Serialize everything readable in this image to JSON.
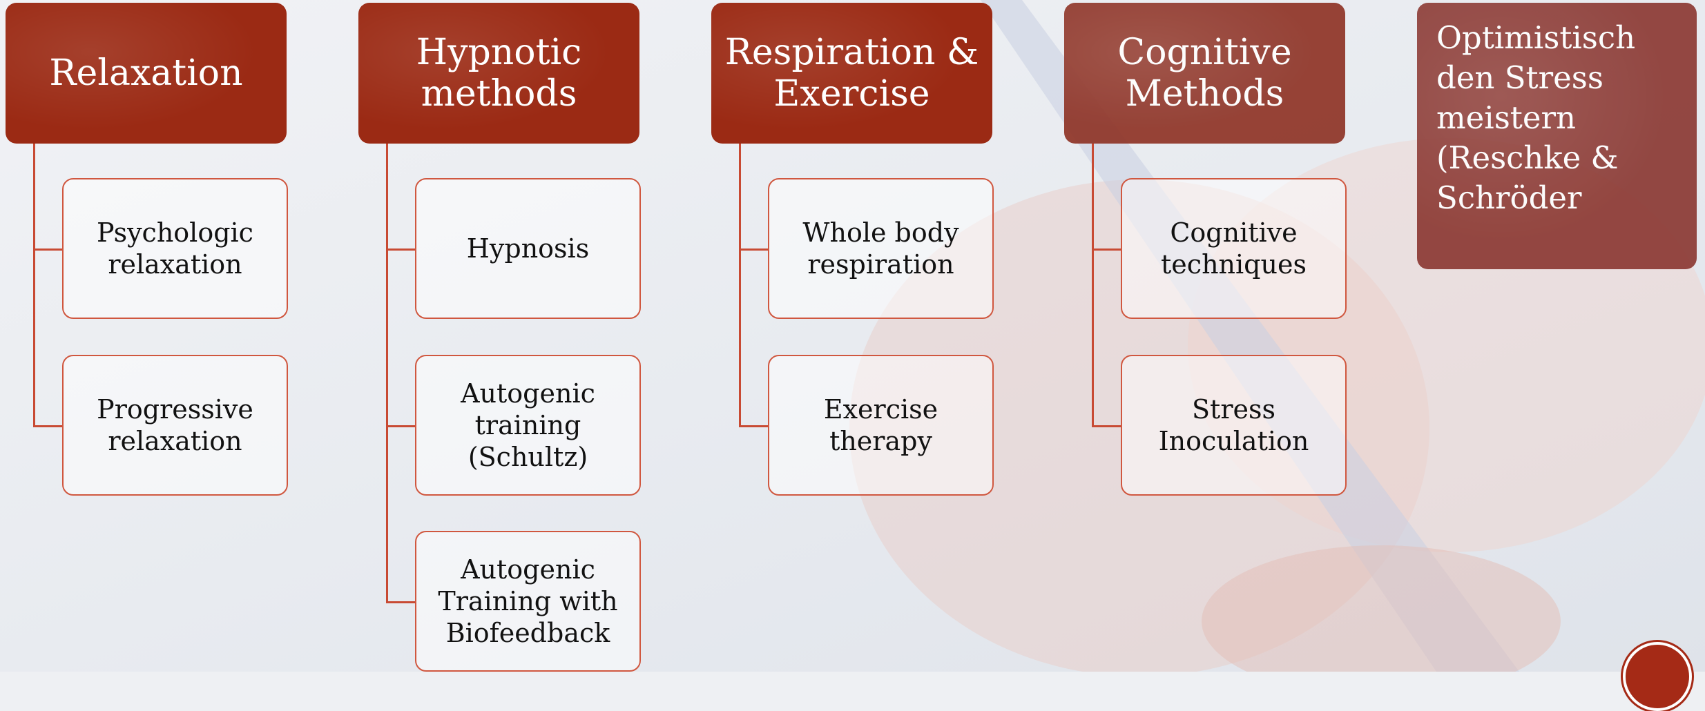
{
  "diagram": {
    "colors": {
      "header_fill": "#9b2a14",
      "side_fill": "#8a3630",
      "connector": "#c84a33",
      "child_border": "#d0573f",
      "header_text": "#ffffff",
      "child_text": "#111111"
    },
    "groups": [
      {
        "id": "relaxation",
        "label": "Relaxation",
        "children": [
          "Psychologic relaxation",
          "Progressive relaxation"
        ]
      },
      {
        "id": "hypnotic-methods",
        "label": "Hypnotic methods",
        "children": [
          "Hypnosis",
          "Autogenic training (Schultz)",
          "Autogenic Training with Biofeedback"
        ]
      },
      {
        "id": "respiration-exercise",
        "label": "Respiration & Exercise",
        "children": [
          "Whole body respiration",
          "Exercise therapy"
        ]
      },
      {
        "id": "cognitive-methods",
        "label": "Cognitive Methods",
        "children": [
          "Cognitive techniques",
          "Stress Inoculation"
        ]
      }
    ],
    "side_note": "Optimistisch den Stress meistern (Reschke & Schröder"
  }
}
